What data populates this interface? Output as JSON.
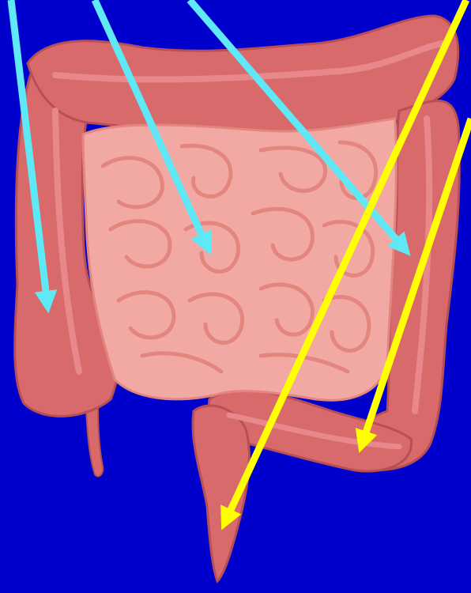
{
  "colors": {
    "background": "#0000cc",
    "colon_outer": "#d86a6c",
    "colon_inner": "#e8888a",
    "colon_dark": "#b84f55",
    "small_intestine": "#f2a9a4",
    "small_intestine_fold": "#e2867f",
    "arrow_cyan": "#5fe8f5",
    "arrow_yellow": "#ffff00"
  },
  "arrows": [
    {
      "name": "arrow-cyan-ascending-colon",
      "color": "cyan"
    },
    {
      "name": "arrow-cyan-small-intestine",
      "color": "cyan"
    },
    {
      "name": "arrow-cyan-descending-colon",
      "color": "cyan"
    },
    {
      "name": "arrow-yellow-rectum",
      "color": "yellow"
    },
    {
      "name": "arrow-yellow-sigmoid-colon",
      "color": "yellow"
    }
  ]
}
